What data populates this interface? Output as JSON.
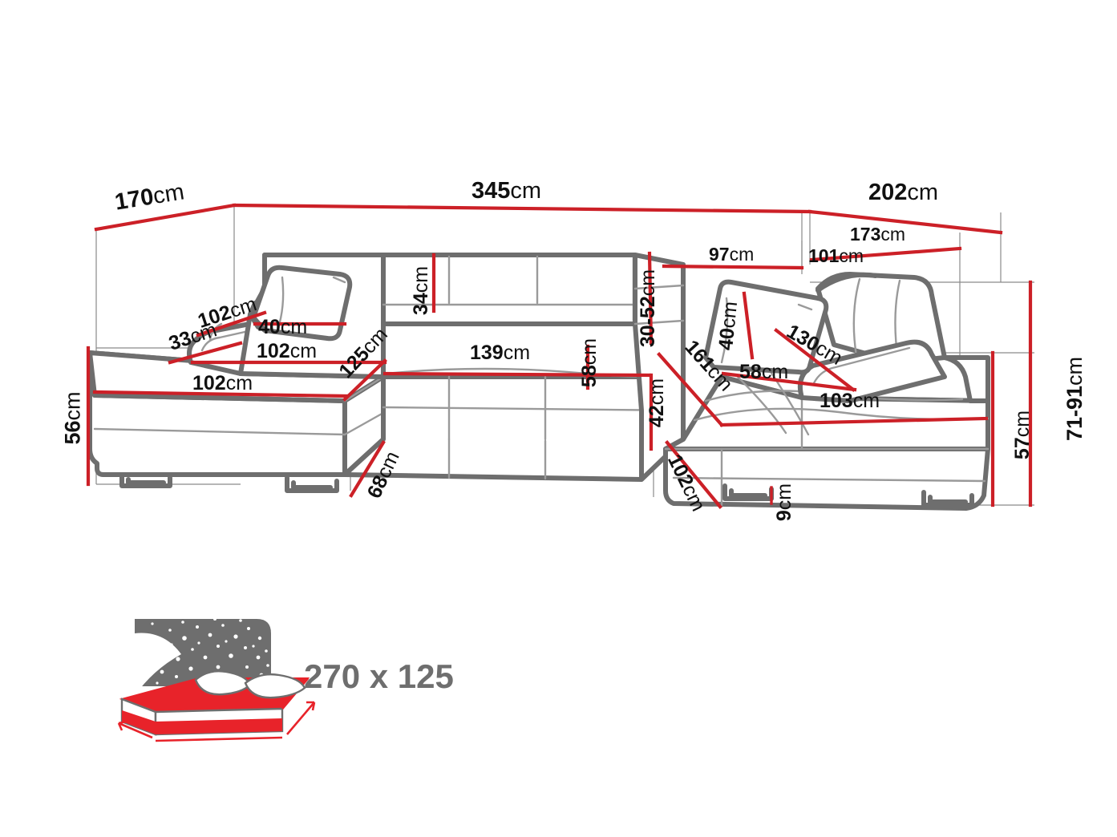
{
  "diagram": {
    "kind": "sofa-dimension-drawing",
    "product": "corner sectional sofa bed",
    "colors": {
      "measure_line": "#cc2027",
      "outline": "#6e6e6e",
      "guide_line": "#8a8a8a",
      "detail_line": "#9a9a9a",
      "text": "#111111",
      "bed_icon_gray": "#6e6e6e",
      "bed_icon_red": "#e8232a",
      "background": "#ffffff"
    },
    "unit": "cm"
  },
  "measurements": {
    "overall_depth_left": {
      "value": "170",
      "unit": "cm"
    },
    "overall_width_main": {
      "value": "345",
      "unit": "cm"
    },
    "overall_depth_right": {
      "value": "202",
      "unit": "cm"
    },
    "back_cushion_height": {
      "value": "34",
      "unit": "cm"
    },
    "armrest_band": {
      "value": "30-52",
      "unit": "cm"
    },
    "right_seat_top": {
      "value": "97",
      "unit": "cm"
    },
    "right_back_span": {
      "value": "101",
      "unit": "cm"
    },
    "right_depth_diag": {
      "value": "173",
      "unit": "cm"
    },
    "left_pillow_diag": {
      "value": "102",
      "unit": "cm"
    },
    "left_arm_height": {
      "value": "33",
      "unit": "cm"
    },
    "left_pillow_width": {
      "value": "40",
      "unit": "cm"
    },
    "left_seat_width": {
      "value": "102",
      "unit": "cm"
    },
    "chaise_diag": {
      "value": "125",
      "unit": "cm"
    },
    "centre_seat_width": {
      "value": "139",
      "unit": "cm"
    },
    "centre_seat_depth": {
      "value": "58",
      "unit": "cm"
    },
    "right_pillow_height": {
      "value": "40",
      "unit": "cm"
    },
    "right_pillow_diag": {
      "value": "130",
      "unit": "cm"
    },
    "right_seat_diag": {
      "value": "161",
      "unit": "cm"
    },
    "right_seat_depth": {
      "value": "58",
      "unit": "cm"
    },
    "right_seat_width": {
      "value": "103",
      "unit": "cm"
    },
    "corner_height": {
      "value": "42",
      "unit": "cm"
    },
    "left_total_height": {
      "value": "56",
      "unit": "cm"
    },
    "left_base_depth": {
      "value": "68",
      "unit": "cm"
    },
    "right_base_depth": {
      "value": "102",
      "unit": "cm"
    },
    "foot_height": {
      "value": "9",
      "unit": "cm"
    },
    "seat_height_right": {
      "value": "57",
      "unit": "cm"
    },
    "back_height_range": {
      "value": "71-91",
      "unit": "cm"
    }
  },
  "bed_icon": {
    "name": "sleeping-function-icon",
    "sleeping_area": "270 x 125",
    "star_count": 46
  }
}
